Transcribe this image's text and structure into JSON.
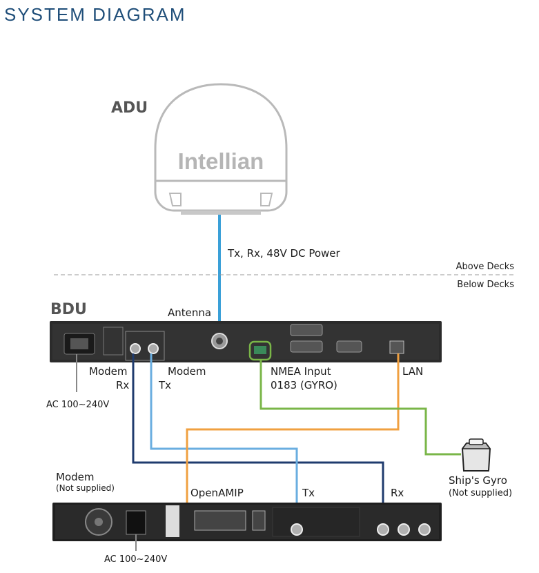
{
  "title": "SYSTEM DIAGRAM",
  "adu": {
    "label": "ADU",
    "brand": "Intellian"
  },
  "cable_adu": "Tx, Rx, 48V DC Power",
  "decks": {
    "above": "Above Decks",
    "below": "Below Decks"
  },
  "bdu": {
    "label": "BDU",
    "antenna": "Antenna",
    "modem_rx": [
      "Modem",
      "Rx"
    ],
    "modem_tx": [
      "Modem",
      "Tx"
    ],
    "nmea": [
      "NMEA Input",
      "0183 (GYRO)"
    ],
    "lan": "LAN",
    "power": "AC 100~240V"
  },
  "modem": {
    "label": "Modem",
    "sub": "(Not supplied)",
    "openamip": "OpenAMIP",
    "tx": "Tx",
    "rx": "Rx",
    "power": "AC 100~240V"
  },
  "gyro": {
    "label": "Ship's Gyro",
    "sub": "(Not supplied)"
  },
  "colors": {
    "antenna_cable": "#3aa0d8",
    "tx_cable": "#6aaee0",
    "rx_cable": "#1f3b6e",
    "lan_cable": "#f0a040",
    "gyro_cable": "#7ab648",
    "title": "#1f4e79"
  }
}
